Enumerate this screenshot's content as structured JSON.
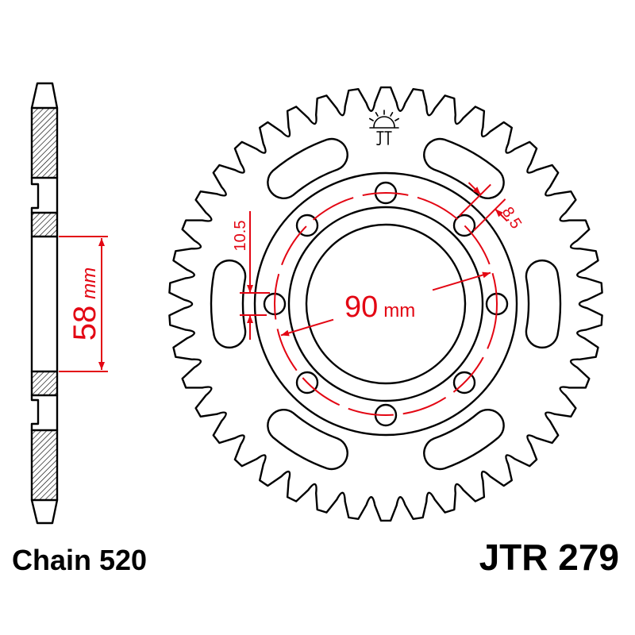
{
  "dimensions": {
    "hub_width": {
      "value": "58",
      "unit": "mm"
    },
    "pcd": {
      "value": "90",
      "unit": "mm"
    },
    "hole_offset": {
      "value": "10.5"
    },
    "bolt_hole": {
      "value": "8.5"
    }
  },
  "labels": {
    "chain": "Chain 520",
    "part_number": "JTR 279"
  },
  "colors": {
    "outline": "#000000",
    "dimension": "#e30613",
    "background": "#ffffff"
  },
  "icons": {
    "logo": "jt-logo-icon"
  }
}
